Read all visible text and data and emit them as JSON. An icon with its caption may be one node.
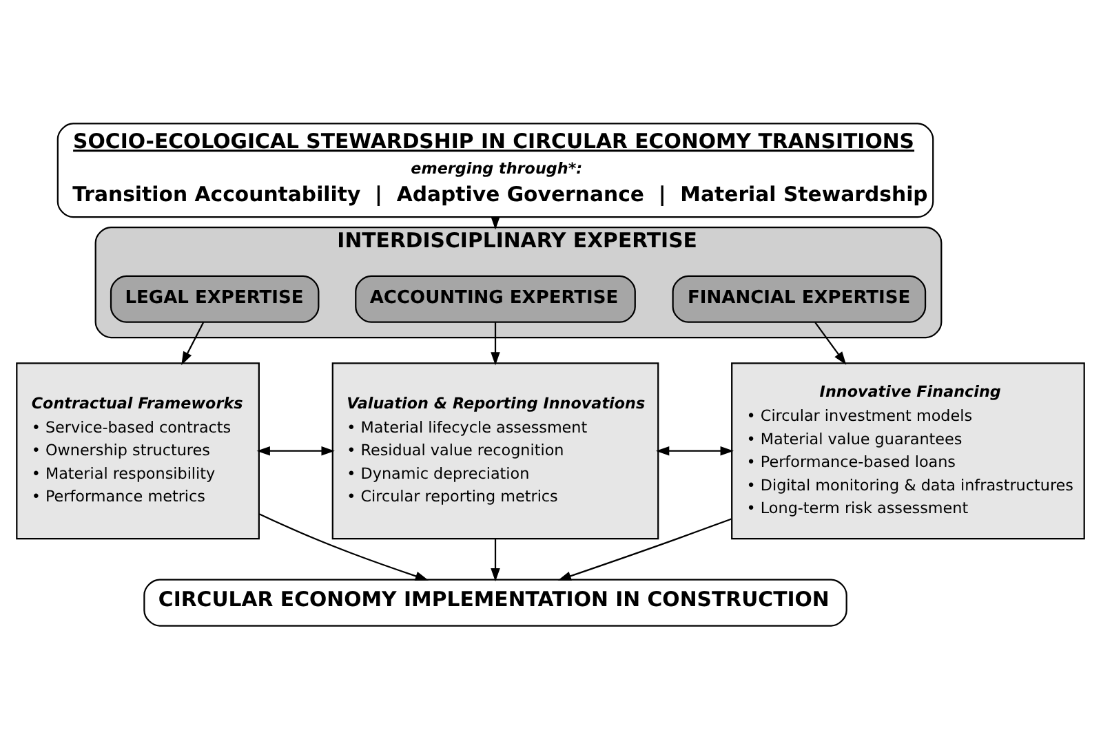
{
  "diagram": {
    "nodes": [
      {
        "text": [
          "SOCIO-ECOLOGICAL STEWARDSHIP IN CIRCULAR ECONOMY TRANSITIONS",
          "emerging through*:",
          "Transition Accountability  |  Adaptive Governance  |  Material Stewardship"
        ]
      },
      {
        "text": [
          "INTERDISCIPLINARY EXPERTISE"
        ]
      },
      {
        "text": [
          "LEGAL EXPERTISE"
        ],
        "in": 1
      },
      {
        "text": [
          "ACCOUNTING EXPERTISE"
        ],
        "in": 1
      },
      {
        "text": [
          "FINANCIAL EXPERTISE"
        ],
        "in": 1
      },
      {
        "text": [
          "Contractual Frameworks",
          "• Service-based contracts",
          "• Ownership structures",
          "• Material responsibility",
          "• Performance metrics"
        ]
      },
      {
        "text": [
          "Valuation & Reporting Innovations",
          "• Material lifecycle assessment",
          "• Residual value recognition",
          "• Dynamic depreciation",
          "• Circular reporting metrics"
        ]
      },
      {
        "text": [
          "Innovative Financing",
          "• Circular investment models",
          "• Material value guarantees",
          "• Performance-based loans",
          "• Digital monitoring & data infrastructures",
          "• Long-term risk assessment"
        ]
      },
      {
        "text": [
          "CIRCULAR ECONOMY IMPLEMENTATION IN CONSTRUCTION"
        ]
      }
    ],
    "edges": [
      {
        "from": 0,
        "to": 1,
        "arrow": "to"
      },
      {
        "from": 2,
        "to": 5,
        "arrow": "to"
      },
      {
        "from": 3,
        "to": 6,
        "arrow": "to"
      },
      {
        "from": 4,
        "to": 7,
        "arrow": "to"
      },
      {
        "from": 5,
        "to": 6,
        "arrow": "both"
      },
      {
        "from": 6,
        "to": 7,
        "arrow": "both"
      },
      {
        "from": 5,
        "to": 8,
        "arrow": "to"
      },
      {
        "from": 6,
        "to": 8,
        "arrow": "to"
      },
      {
        "from": 7,
        "to": 8,
        "arrow": "to"
      }
    ]
  }
}
